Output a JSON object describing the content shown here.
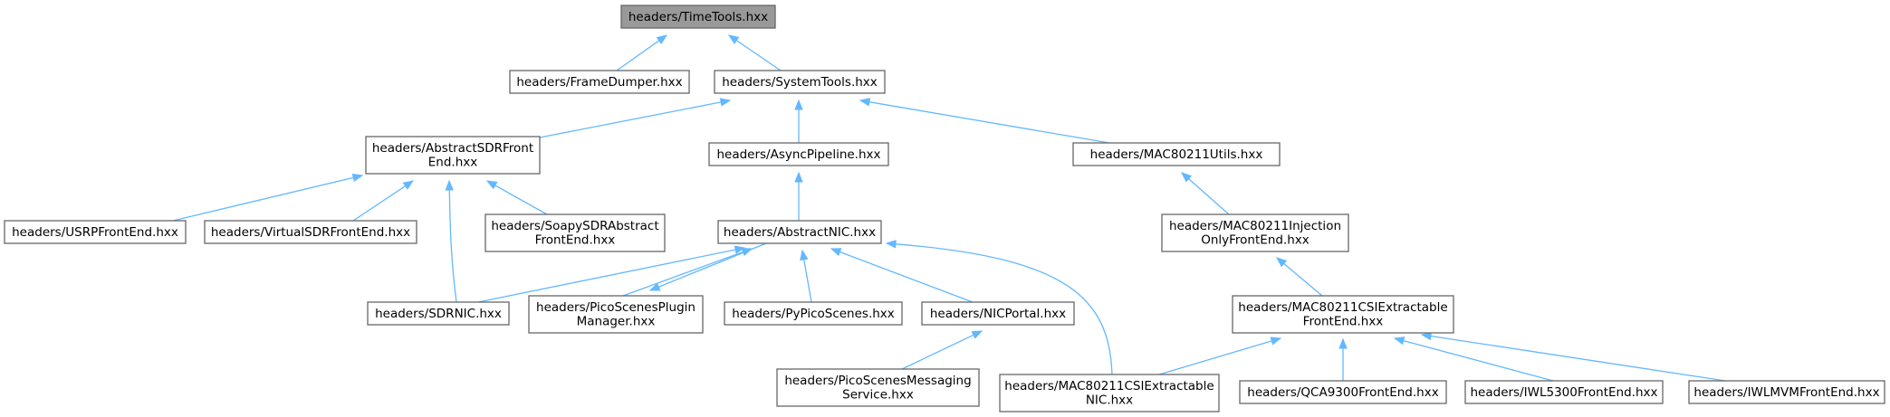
{
  "graph": {
    "nodes": [
      {
        "id": "timetools",
        "lines": [
          "headers/TimeTools.hxx"
        ],
        "root": true
      },
      {
        "id": "framedumper",
        "lines": [
          "headers/FrameDumper.hxx"
        ]
      },
      {
        "id": "systemtools",
        "lines": [
          "headers/SystemTools.hxx"
        ]
      },
      {
        "id": "abstractsdr",
        "lines": [
          "headers/AbstractSDRFront",
          "End.hxx"
        ]
      },
      {
        "id": "asyncpipeline",
        "lines": [
          "headers/AsyncPipeline.hxx"
        ]
      },
      {
        "id": "mac80211utils",
        "lines": [
          "headers/MAC80211Utils.hxx"
        ]
      },
      {
        "id": "usrp",
        "lines": [
          "headers/USRPFrontEnd.hxx"
        ]
      },
      {
        "id": "virtualsdr",
        "lines": [
          "headers/VirtualSDRFrontEnd.hxx"
        ]
      },
      {
        "id": "soapysdr",
        "lines": [
          "headers/SoapySDRAbstract",
          "FrontEnd.hxx"
        ]
      },
      {
        "id": "abstractnic",
        "lines": [
          "headers/AbstractNIC.hxx"
        ]
      },
      {
        "id": "mac80211injection",
        "lines": [
          "headers/MAC80211Injection",
          "OnlyFrontEnd.hxx"
        ]
      },
      {
        "id": "sdrnic",
        "lines": [
          "headers/SDRNIC.hxx"
        ]
      },
      {
        "id": "pluginmanager",
        "lines": [
          "headers/PicoScenesPlugin",
          "Manager.hxx"
        ]
      },
      {
        "id": "pypicoscenes",
        "lines": [
          "headers/PyPicoScenes.hxx"
        ]
      },
      {
        "id": "nicportal",
        "lines": [
          "headers/NICPortal.hxx"
        ]
      },
      {
        "id": "csifrontend",
        "lines": [
          "headers/MAC80211CSIExtractable",
          "FrontEnd.hxx"
        ]
      },
      {
        "id": "messaging",
        "lines": [
          "headers/PicoScenesMessaging",
          "Service.hxx"
        ]
      },
      {
        "id": "csinic",
        "lines": [
          "headers/MAC80211CSIExtractable",
          "NIC.hxx"
        ]
      },
      {
        "id": "qca9300",
        "lines": [
          "headers/QCA9300FrontEnd.hxx"
        ]
      },
      {
        "id": "iwl5300",
        "lines": [
          "headers/IWL5300FrontEnd.hxx"
        ]
      },
      {
        "id": "iwlmvm",
        "lines": [
          "headers/IWLMVMFrontEnd.hxx"
        ]
      }
    ],
    "edges": [
      {
        "from": "framedumper",
        "to": "timetools"
      },
      {
        "from": "systemtools",
        "to": "timetools"
      },
      {
        "from": "abstractsdr",
        "to": "systemtools"
      },
      {
        "from": "asyncpipeline",
        "to": "systemtools"
      },
      {
        "from": "mac80211utils",
        "to": "systemtools"
      },
      {
        "from": "usrp",
        "to": "abstractsdr"
      },
      {
        "from": "virtualsdr",
        "to": "abstractsdr"
      },
      {
        "from": "soapysdr",
        "to": "abstractsdr"
      },
      {
        "from": "sdrnic",
        "to": "abstractsdr"
      },
      {
        "from": "abstractnic",
        "to": "asyncpipeline"
      },
      {
        "from": "mac80211injection",
        "to": "mac80211utils"
      },
      {
        "from": "sdrnic",
        "to": "abstractnic"
      },
      {
        "from": "pluginmanager",
        "to": "abstractnic"
      },
      {
        "from": "abstractnic",
        "to": "pluginmanager"
      },
      {
        "from": "pypicoscenes",
        "to": "abstractnic"
      },
      {
        "from": "nicportal",
        "to": "abstractnic"
      },
      {
        "from": "csinic",
        "to": "abstractnic"
      },
      {
        "from": "csifrontend",
        "to": "mac80211injection"
      },
      {
        "from": "messaging",
        "to": "nicportal"
      },
      {
        "from": "csinic",
        "to": "csifrontend"
      },
      {
        "from": "qca9300",
        "to": "csifrontend"
      },
      {
        "from": "iwl5300",
        "to": "csifrontend"
      },
      {
        "from": "iwlmvm",
        "to": "csifrontend"
      }
    ]
  },
  "colors": {
    "edge": "#63b8ff",
    "node_border": "#666666",
    "root_fill": "#999999"
  }
}
